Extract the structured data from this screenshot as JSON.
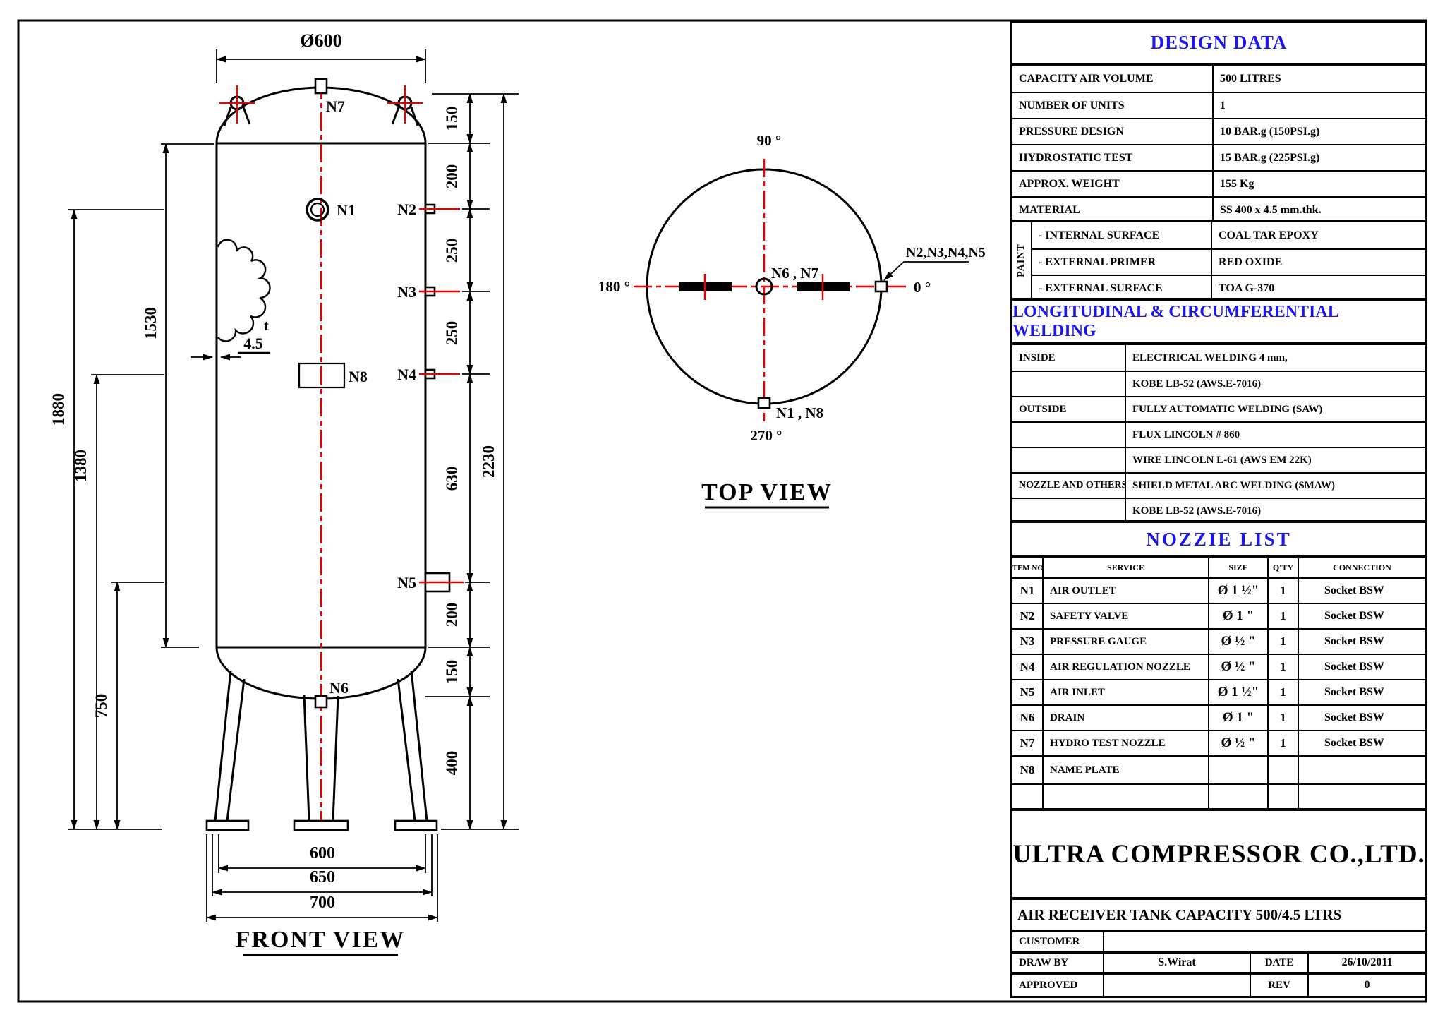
{
  "colors": {
    "accent_blue": "#1b16eb",
    "line_red": "#e60000"
  },
  "front_view": {
    "title": "FRONT VIEW",
    "dia_top": "Ø600",
    "chain": [
      "150",
      "200",
      "250",
      "250",
      "630",
      "200",
      "150",
      "400"
    ],
    "overall": "2230",
    "h_n1": "1880",
    "h_shell": "1530",
    "h_n4": "1380",
    "h_n5": "750",
    "base": [
      "600",
      "650",
      "700"
    ],
    "thk_sym": "t",
    "thk": "4.5",
    "nozzles": {
      "n1": "N1",
      "n2": "N2",
      "n3": "N3",
      "n4": "N4",
      "n5": "N5",
      "n6": "N6",
      "n7": "N7",
      "n8": "N8"
    }
  },
  "top_view": {
    "title": "TOP VIEW",
    "deg_90": "90 °",
    "deg_180": "180 °",
    "deg_0": "0 °",
    "deg_270": "270 °",
    "center_label": "N6 , N7",
    "right_label": "N2,N3,N4,N5",
    "bottom_label": "N1 , N8"
  },
  "design_data": {
    "title": "DESIGN DATA",
    "rows": [
      {
        "label": "CAPACITY AIR VOLUME",
        "value": "500 LITRES"
      },
      {
        "label": "NUMBER OF UNITS",
        "value": "1"
      },
      {
        "label": "PRESSURE DESIGN",
        "value": "10 BAR.g (150PSI.g)"
      },
      {
        "label": "HYDROSTATIC TEST",
        "value": "15 BAR.g (225PSI.g)"
      },
      {
        "label": "APPROX. WEIGHT",
        "value": "155 Kg"
      },
      {
        "label": "MATERIAL",
        "value": "SS 400 x 4.5 mm.thk."
      }
    ],
    "paint": {
      "label": "PAINT",
      "rows": [
        {
          "label": "- INTERNAL SURFACE",
          "value": "COAL TAR EPOXY"
        },
        {
          "label": "- EXTERNAL PRIMER",
          "value": "RED OXIDE"
        },
        {
          "label": "- EXTERNAL SURFACE",
          "value": "TOA G-370"
        }
      ]
    }
  },
  "welding": {
    "title": "LONGITUDINAL & CIRCUMFERENTIAL WELDING",
    "rows": [
      {
        "label": "INSIDE",
        "value": "ELECTRICAL WELDING 4 mm,"
      },
      {
        "label": "",
        "value": "KOBE LB-52 (AWS.E-7016)"
      },
      {
        "label": "OUTSIDE",
        "value": "FULLY AUTOMATIC WELDING (SAW)"
      },
      {
        "label": "",
        "value": "FLUX LINCOLN # 860"
      },
      {
        "label": "",
        "value": "WIRE LINCOLN L-61 (AWS EM 22K)"
      },
      {
        "label": "NOZZLE AND OTHERS",
        "value": "SHIELD METAL ARC WELDING (SMAW)"
      },
      {
        "label": "",
        "value": "KOBE LB-52 (AWS.E-7016)"
      }
    ]
  },
  "nozzle_list": {
    "title": "NOZZIE LIST",
    "headers": {
      "item": "ITEM NO.",
      "service": "SERVICE",
      "size": "SIZE",
      "qty": "Q'TY",
      "connection": "CONNECTION"
    },
    "rows": [
      {
        "item": "N1",
        "service": "AIR OUTLET",
        "size": "Ø 1 ½\"",
        "qty": "1",
        "connection": "Socket BSW"
      },
      {
        "item": "N2",
        "service": "SAFETY VALVE",
        "size": "Ø 1 \"",
        "qty": "1",
        "connection": "Socket BSW"
      },
      {
        "item": "N3",
        "service": "PRESSURE GAUGE",
        "size": "Ø ½ \"",
        "qty": "1",
        "connection": "Socket BSW"
      },
      {
        "item": "N4",
        "service": "AIR REGULATION NOZZLE",
        "size": "Ø ½ \"",
        "qty": "1",
        "connection": "Socket BSW"
      },
      {
        "item": "N5",
        "service": "AIR INLET",
        "size": "Ø 1 ½\"",
        "qty": "1",
        "connection": "Socket BSW"
      },
      {
        "item": "N6",
        "service": "DRAIN",
        "size": "Ø 1 \"",
        "qty": "1",
        "connection": "Socket BSW"
      },
      {
        "item": "N7",
        "service": "HYDRO TEST NOZZLE",
        "size": "Ø ½ \"",
        "qty": "1",
        "connection": "Socket BSW"
      },
      {
        "item": "N8",
        "service": "NAME PLATE",
        "size": "",
        "qty": "",
        "connection": ""
      },
      {
        "item": "",
        "service": "",
        "size": "",
        "qty": "",
        "connection": ""
      }
    ]
  },
  "title_block": {
    "company": "ULTRA COMPRESSOR CO.,LTD.",
    "drawing_title": "AIR RECEIVER TANK CAPACITY 500/4.5  LTRS",
    "customer_label": "CUSTOMER",
    "customer_value": "",
    "draw_by_label": "DRAW BY",
    "draw_by_value": "S.Wirat",
    "date_label": "DATE",
    "date_value": "26/10/2011",
    "approved_label": "APPROVED",
    "approved_value": "",
    "rev_label": "REV",
    "rev_value": "0"
  }
}
